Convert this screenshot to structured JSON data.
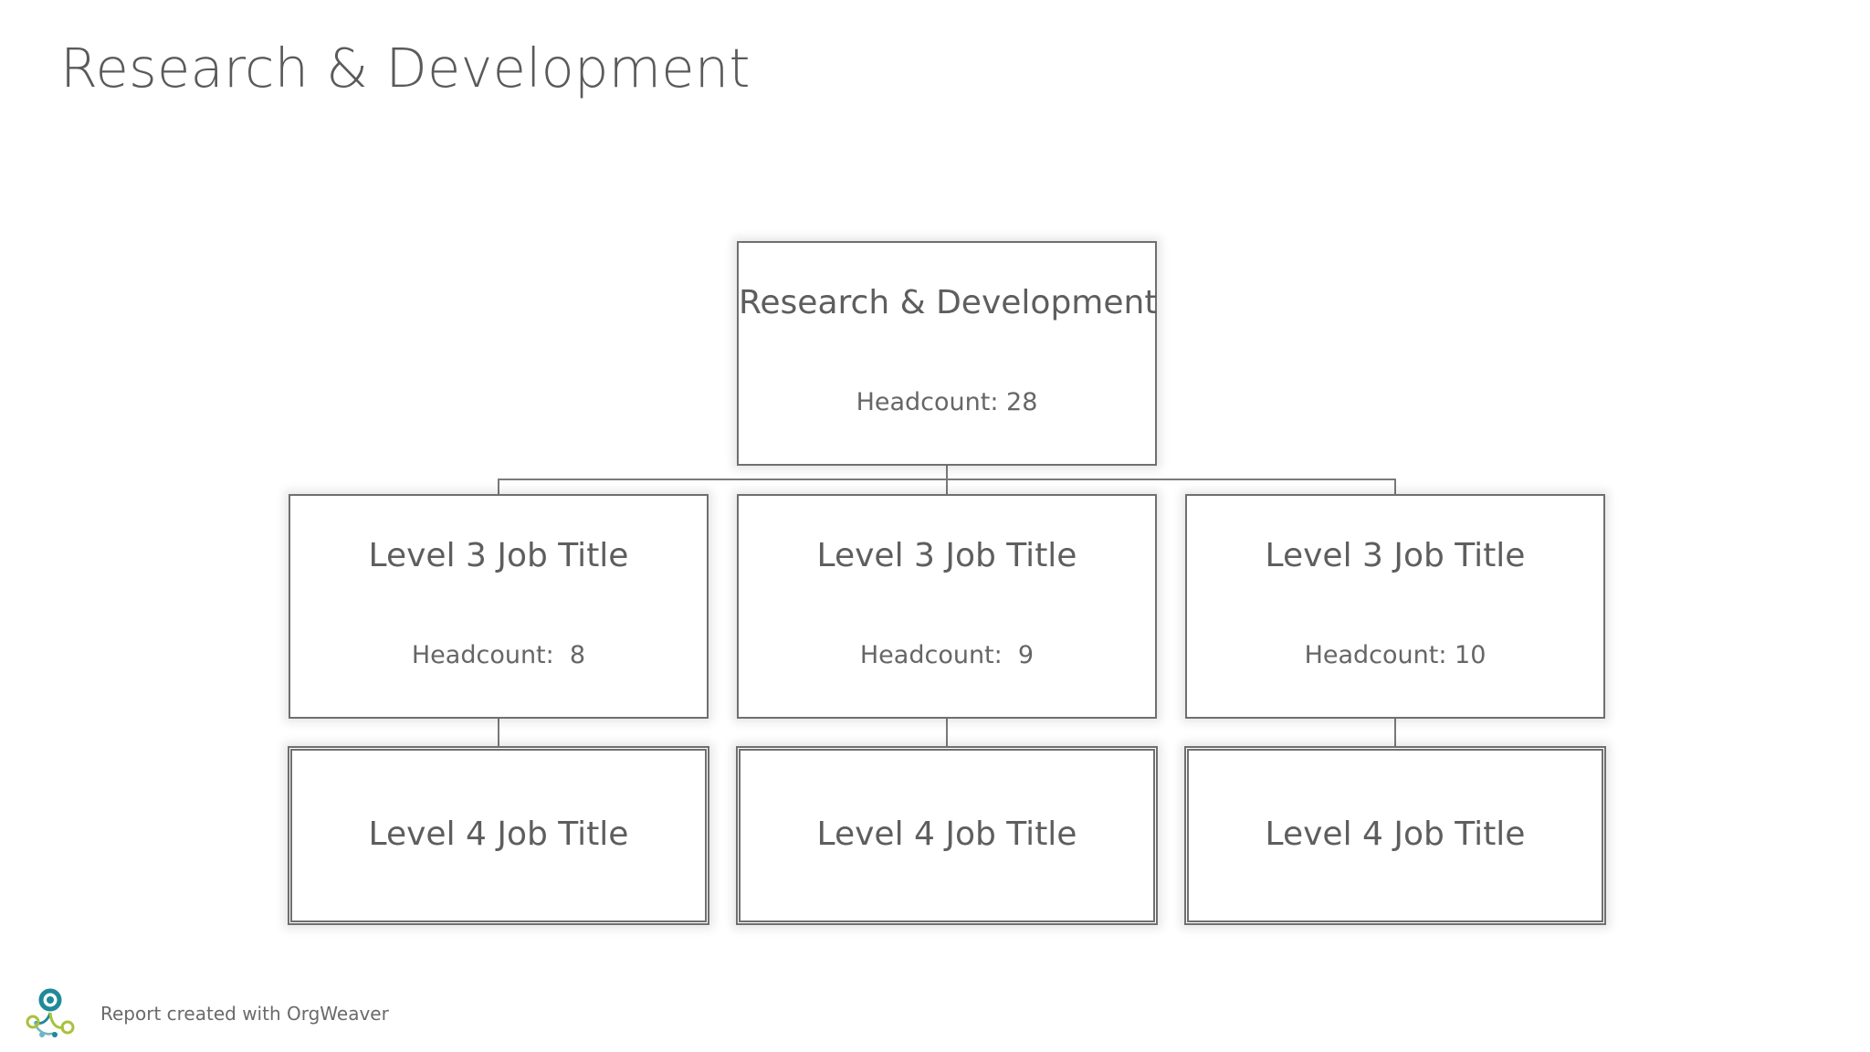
{
  "slide": {
    "title": "Research & Development"
  },
  "org_chart": {
    "headcount_label": "Headcount:",
    "root": {
      "title": "Research & Development",
      "headcount": "28"
    },
    "level3": [
      {
        "title": "Level 3 Job Title",
        "headcount": "8"
      },
      {
        "title": "Level 3 Job Title",
        "headcount": "9"
      },
      {
        "title": "Level 3 Job Title",
        "headcount": "10"
      }
    ],
    "level4": [
      {
        "title": "Level 4 Job Title"
      },
      {
        "title": "Level 4 Job Title"
      },
      {
        "title": "Level 4 Job Title"
      }
    ]
  },
  "footer": {
    "text": "Report created with OrgWeaver",
    "logo_icon": "orgweaver-logo-icon"
  },
  "colors": {
    "box_border": "#6f6f6f",
    "text": "#5e5e5e",
    "logo_teal": "#1f8a9a",
    "logo_green": "#a8c23a"
  }
}
